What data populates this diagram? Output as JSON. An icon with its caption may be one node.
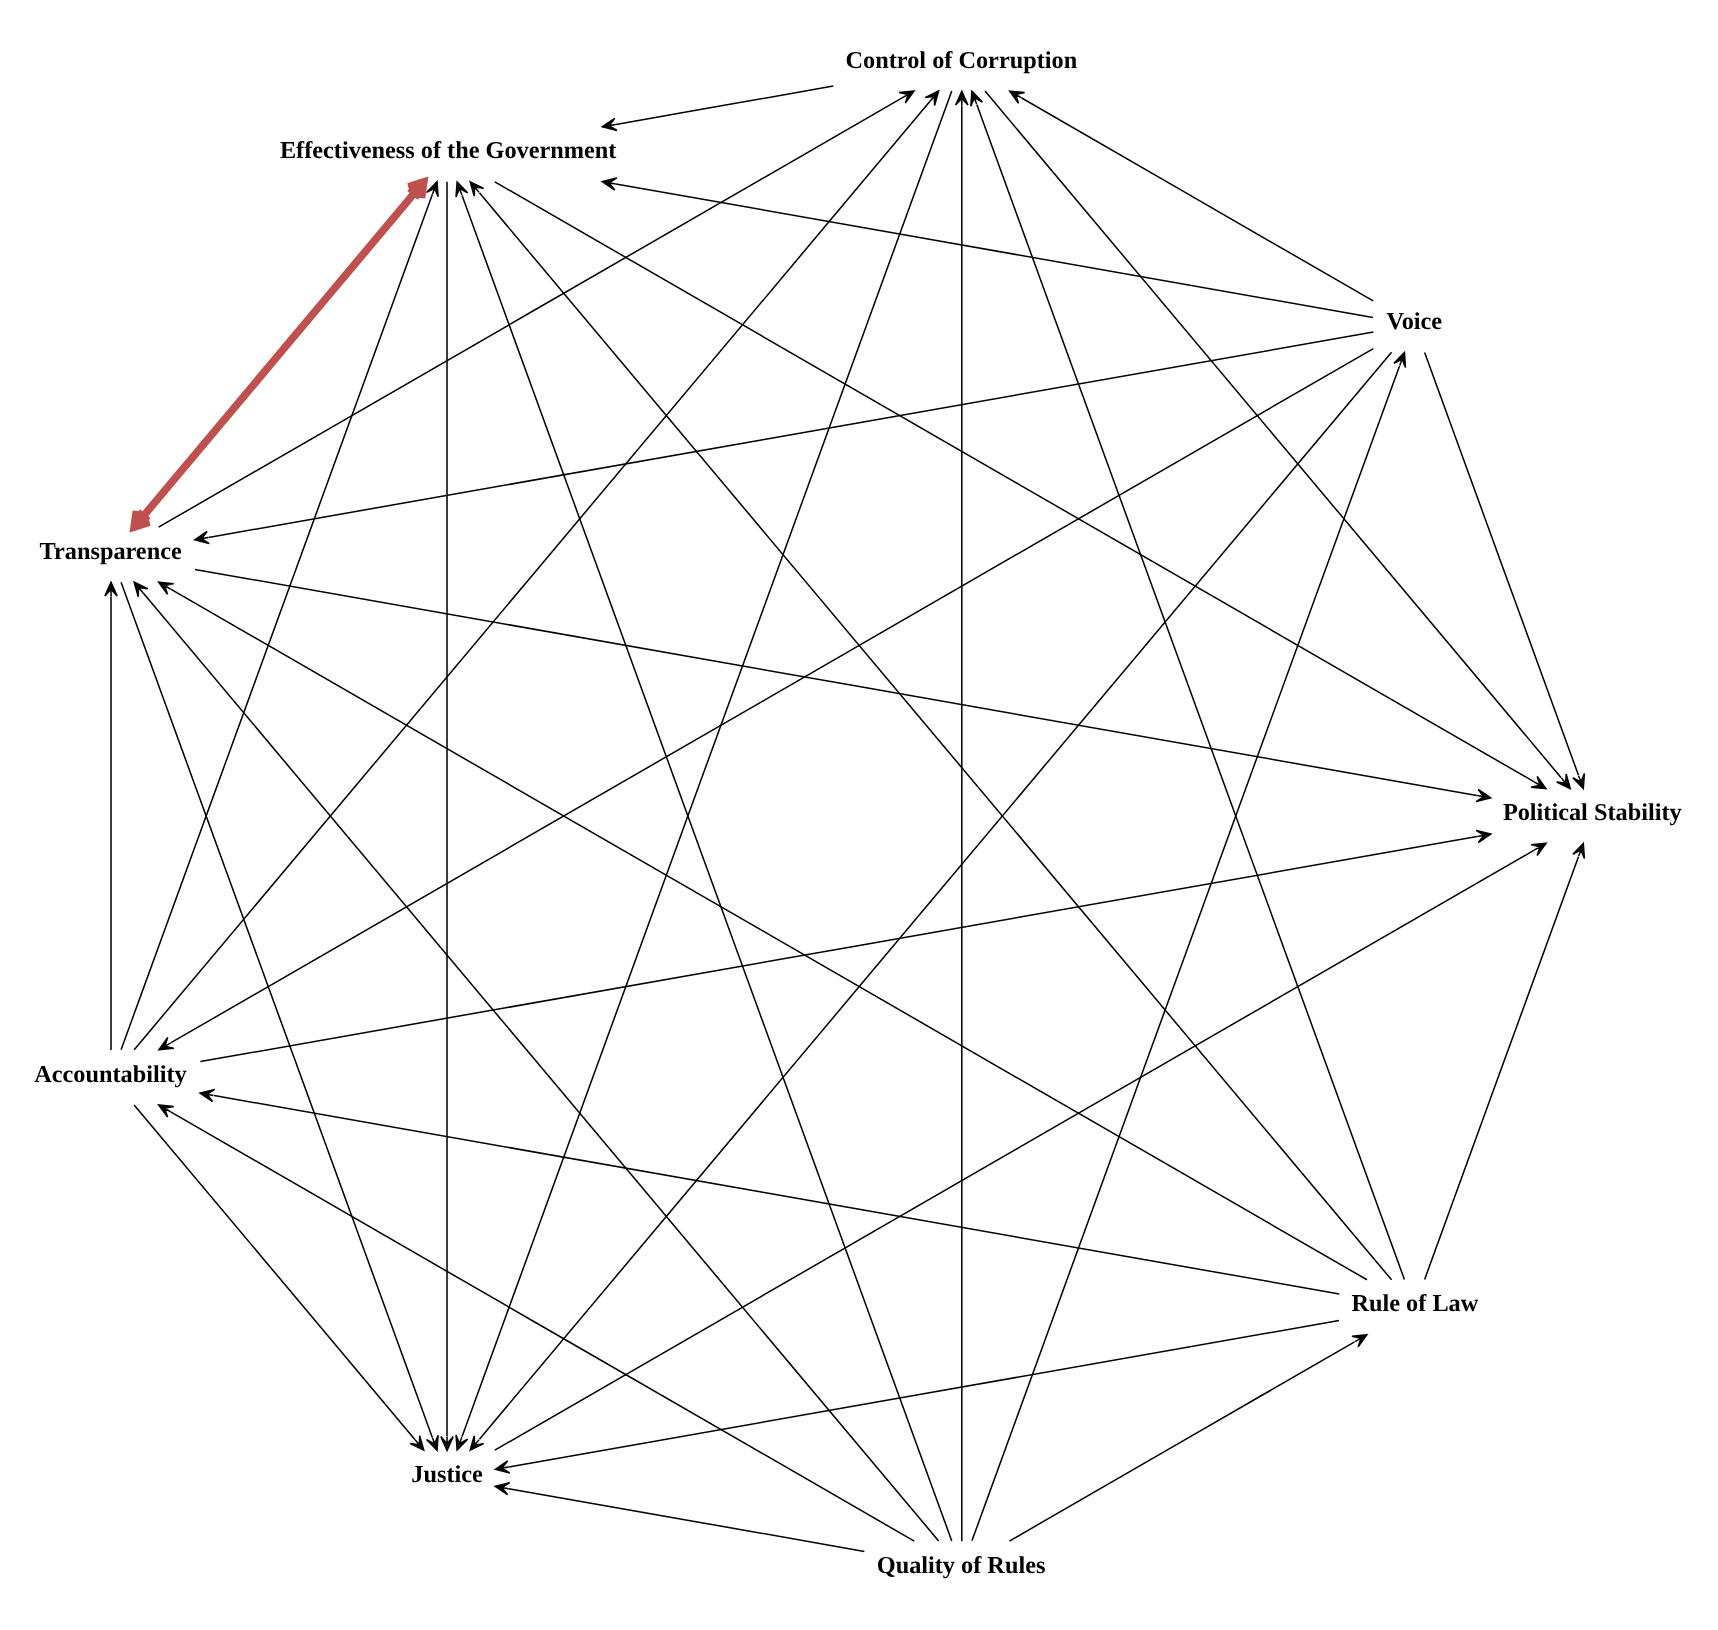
{
  "diagram": {
    "nodes": [
      {
        "text": [
          "Accountability"
        ]
      },
      {
        "text": [
          "Justice"
        ]
      },
      {
        "text": [
          "Political Stability"
        ]
      },
      {
        "text": [
          "Voice"
        ]
      },
      {
        "text": [
          "Quality of Rules"
        ]
      },
      {
        "text": [
          "Transparence"
        ]
      },
      {
        "text": [
          "Effectiveness of the Government"
        ]
      },
      {
        "text": [
          "Rule of Law"
        ]
      },
      {
        "text": [
          "Control of Corruption"
        ]
      }
    ],
    "edges": [
      {
        "from": 0,
        "to": 1,
        "arrow": "to"
      },
      {
        "from": 0,
        "to": 2,
        "arrow": "to"
      },
      {
        "from": 0,
        "to": 5,
        "arrow": "to"
      },
      {
        "from": 3,
        "to": 0,
        "arrow": "to"
      },
      {
        "from": 7,
        "to": 0,
        "arrow": "to"
      },
      {
        "from": 0,
        "to": 8,
        "arrow": "to"
      },
      {
        "from": 0,
        "to": 6,
        "arrow": "to"
      },
      {
        "from": 4,
        "to": 0,
        "arrow": "to"
      },
      {
        "from": 1,
        "to": 2,
        "arrow": "to"
      },
      {
        "from": 3,
        "to": 1,
        "arrow": "to"
      },
      {
        "from": 5,
        "to": 1,
        "arrow": "to"
      },
      {
        "from": 7,
        "to": 1,
        "arrow": "to"
      },
      {
        "from": 8,
        "to": 1,
        "arrow": "to"
      },
      {
        "from": 6,
        "to": 1,
        "arrow": "to"
      },
      {
        "from": 4,
        "to": 1,
        "arrow": "to"
      },
      {
        "from": 3,
        "to": 2,
        "arrow": "to"
      },
      {
        "from": 5,
        "to": 2,
        "arrow": "to"
      },
      {
        "from": 7,
        "to": 2,
        "arrow": "to"
      },
      {
        "from": 8,
        "to": 2,
        "arrow": "to"
      },
      {
        "from": 6,
        "to": 2,
        "arrow": "to"
      },
      {
        "from": 4,
        "to": 3,
        "arrow": "to"
      },
      {
        "from": 4,
        "to": 5,
        "arrow": "to"
      },
      {
        "from": 4,
        "to": 7,
        "arrow": "to"
      },
      {
        "from": 4,
        "to": 8,
        "arrow": "to"
      },
      {
        "from": 4,
        "to": 6,
        "arrow": "to"
      },
      {
        "from": 3,
        "to": 5,
        "arrow": "to"
      },
      {
        "from": 3,
        "to": 6,
        "arrow": "to"
      },
      {
        "from": 3,
        "to": 8,
        "arrow": "to"
      },
      {
        "from": 5,
        "to": 6,
        "arrow": "both",
        "style": "thick",
        "color": "#c0504d"
      },
      {
        "from": 5,
        "to": 8,
        "arrow": "to"
      },
      {
        "from": 7,
        "to": 5,
        "arrow": "to"
      },
      {
        "from": 7,
        "to": 6,
        "arrow": "to"
      },
      {
        "from": 7,
        "to": 8,
        "arrow": "to"
      },
      {
        "from": 8,
        "to": 6,
        "arrow": "to"
      }
    ]
  }
}
